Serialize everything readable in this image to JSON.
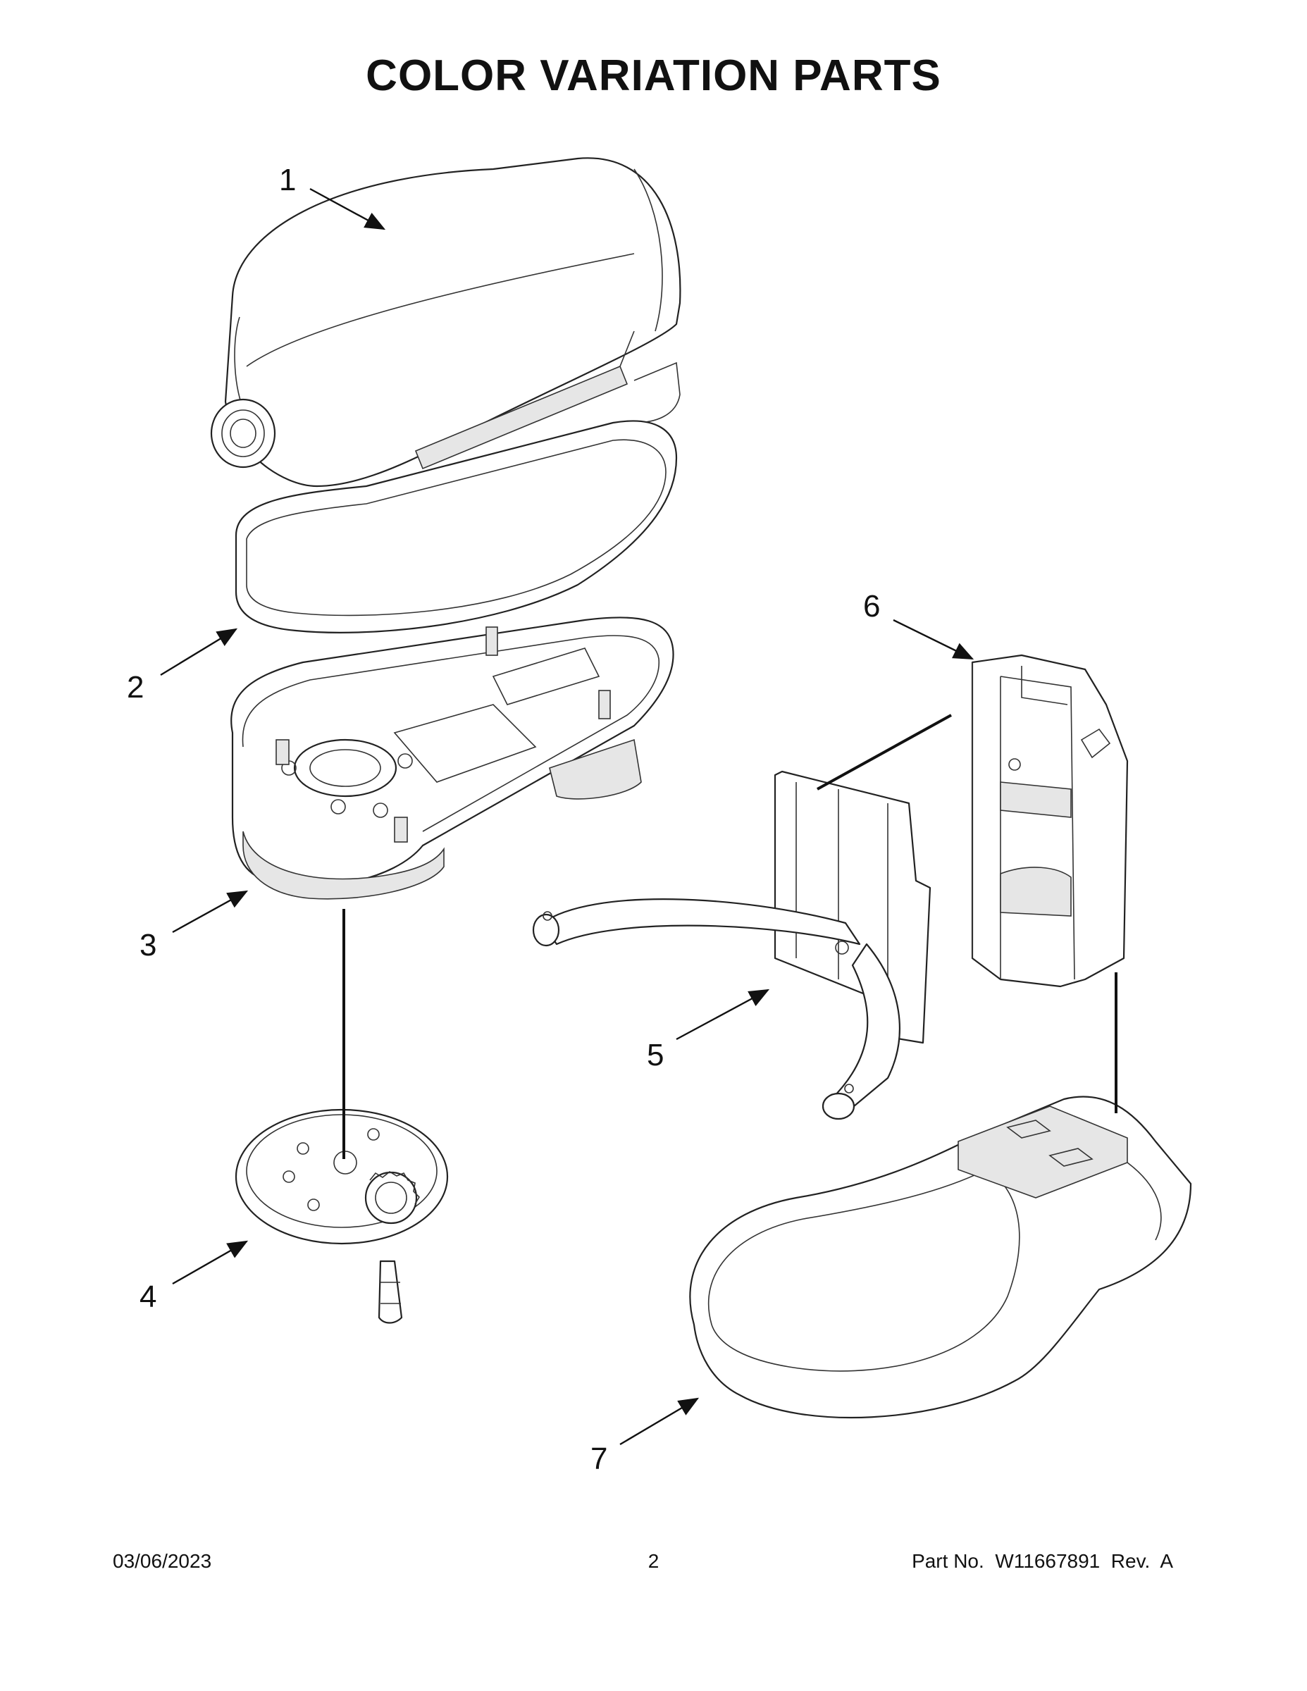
{
  "title": "COLOR VARIATION PARTS",
  "callouts": [
    {
      "id": "1",
      "label": "1"
    },
    {
      "id": "2",
      "label": "2"
    },
    {
      "id": "3",
      "label": "3"
    },
    {
      "id": "4",
      "label": "4"
    },
    {
      "id": "5",
      "label": "5"
    },
    {
      "id": "6",
      "label": "6"
    },
    {
      "id": "7",
      "label": "7"
    }
  ],
  "footer": {
    "date": "03/06/2023",
    "page": "2",
    "part_number": "Part No.  W11667891  Rev.  A"
  }
}
